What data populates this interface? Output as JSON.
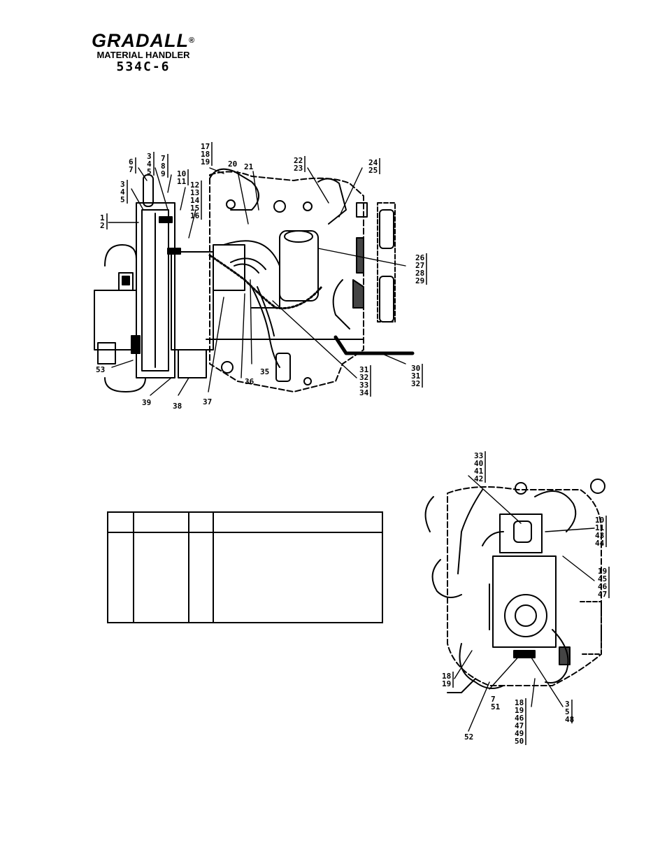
{
  "header": {
    "brand": "GRADALL",
    "registered_mark": "®",
    "subtitle": "MATERIAL HANDLER",
    "model": "534C-6"
  },
  "figure_top": {
    "callouts": [
      {
        "id": "c-1-2",
        "lines": [
          "1",
          "2"
        ]
      },
      {
        "id": "c-3-4-5-a",
        "lines": [
          "3",
          "4",
          "5"
        ]
      },
      {
        "id": "c-3-4-5-b",
        "lines": [
          "3",
          "4",
          "5"
        ]
      },
      {
        "id": "c-6-7",
        "lines": [
          "6",
          "7"
        ]
      },
      {
        "id": "c-7-8-9",
        "lines": [
          "7",
          "8",
          "9"
        ]
      },
      {
        "id": "c-10-11",
        "lines": [
          "10",
          "11"
        ]
      },
      {
        "id": "c-12-16",
        "lines": [
          "12",
          "13",
          "14",
          "15",
          "16"
        ]
      },
      {
        "id": "c-17-19",
        "lines": [
          "17",
          "18",
          "19"
        ]
      },
      {
        "id": "c-20",
        "lines": [
          "20"
        ]
      },
      {
        "id": "c-21",
        "lines": [
          "21"
        ]
      },
      {
        "id": "c-22-23",
        "lines": [
          "22",
          "23"
        ]
      },
      {
        "id": "c-24-25",
        "lines": [
          "24",
          "25"
        ]
      },
      {
        "id": "c-26-29",
        "lines": [
          "26",
          "27",
          "28",
          "29"
        ]
      },
      {
        "id": "c-30-32",
        "lines": [
          "30",
          "31",
          "32"
        ]
      },
      {
        "id": "c-31-34",
        "lines": [
          "31",
          "32",
          "33",
          "34"
        ]
      },
      {
        "id": "c-35",
        "lines": [
          "35"
        ]
      },
      {
        "id": "c-36",
        "lines": [
          "36"
        ]
      },
      {
        "id": "c-37",
        "lines": [
          "37"
        ]
      },
      {
        "id": "c-38",
        "lines": [
          "38"
        ]
      },
      {
        "id": "c-39",
        "lines": [
          "39"
        ]
      },
      {
        "id": "c-53",
        "lines": [
          "53"
        ]
      }
    ]
  },
  "figure_bottom": {
    "callouts": [
      {
        "id": "d-33-42",
        "lines": [
          "33",
          "40",
          "41",
          "42"
        ]
      },
      {
        "id": "d-10-44",
        "lines": [
          "10",
          "11",
          "43",
          "44"
        ]
      },
      {
        "id": "d-19-47",
        "lines": [
          "19",
          "45",
          "46",
          "47"
        ]
      },
      {
        "id": "d-18-19",
        "lines": [
          "18",
          "19"
        ]
      },
      {
        "id": "d-7-51",
        "lines": [
          "7",
          "51"
        ]
      },
      {
        "id": "d-18-50",
        "lines": [
          "18",
          "19",
          "46",
          "47",
          "49",
          "50"
        ]
      },
      {
        "id": "d-3-48",
        "lines": [
          "3",
          "5",
          "48"
        ]
      },
      {
        "id": "d-52",
        "lines": [
          "52"
        ]
      }
    ]
  }
}
